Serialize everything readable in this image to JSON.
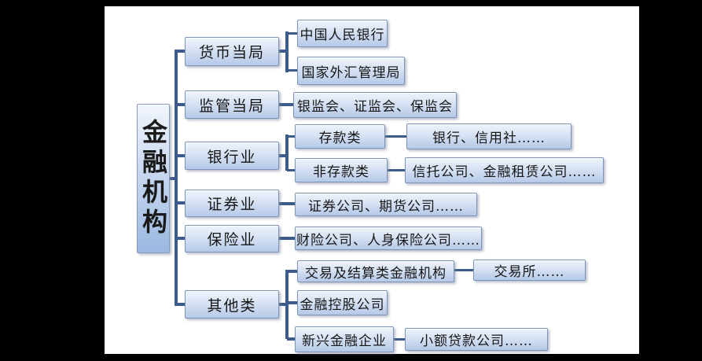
{
  "diagram": {
    "root": {
      "label": "金融机构"
    },
    "branches": [
      {
        "label": "货币当局",
        "children": [
          {
            "label": "中国人民银行"
          },
          {
            "label": "国家外汇管理局"
          }
        ]
      },
      {
        "label": "监管当局",
        "children": [
          {
            "label": "银监会、证监会、保监会"
          }
        ]
      },
      {
        "label": "银行业",
        "children": [
          {
            "label": "存款类",
            "children": [
              {
                "label": "银行、信用社……"
              }
            ]
          },
          {
            "label": "非存款类",
            "children": [
              {
                "label": "信托公司、金融租赁公司……"
              }
            ]
          }
        ]
      },
      {
        "label": "证券业",
        "children": [
          {
            "label": "证券公司、期货公司……"
          }
        ]
      },
      {
        "label": "保险业",
        "children": [
          {
            "label": "财险公司、人身保险公司……"
          }
        ]
      },
      {
        "label": "其他类",
        "children": [
          {
            "label": "交易及结算类金融机构",
            "children": [
              {
                "label": "交易所……"
              }
            ]
          },
          {
            "label": "金融控股公司"
          },
          {
            "label": "新兴金融企业",
            "children": [
              {
                "label": "小额贷款公司……"
              }
            ]
          }
        ]
      }
    ],
    "colors": {
      "page_background": "#000000",
      "canvas_background": "#ffffff",
      "connector": "#3b5c8b",
      "box_border": "#7d94b8",
      "box_fill_top": "#eff4fb",
      "box_fill_bottom": "#b5c9e8",
      "root_fill_bottom": "#9bb8e1",
      "text": "#161616"
    }
  }
}
